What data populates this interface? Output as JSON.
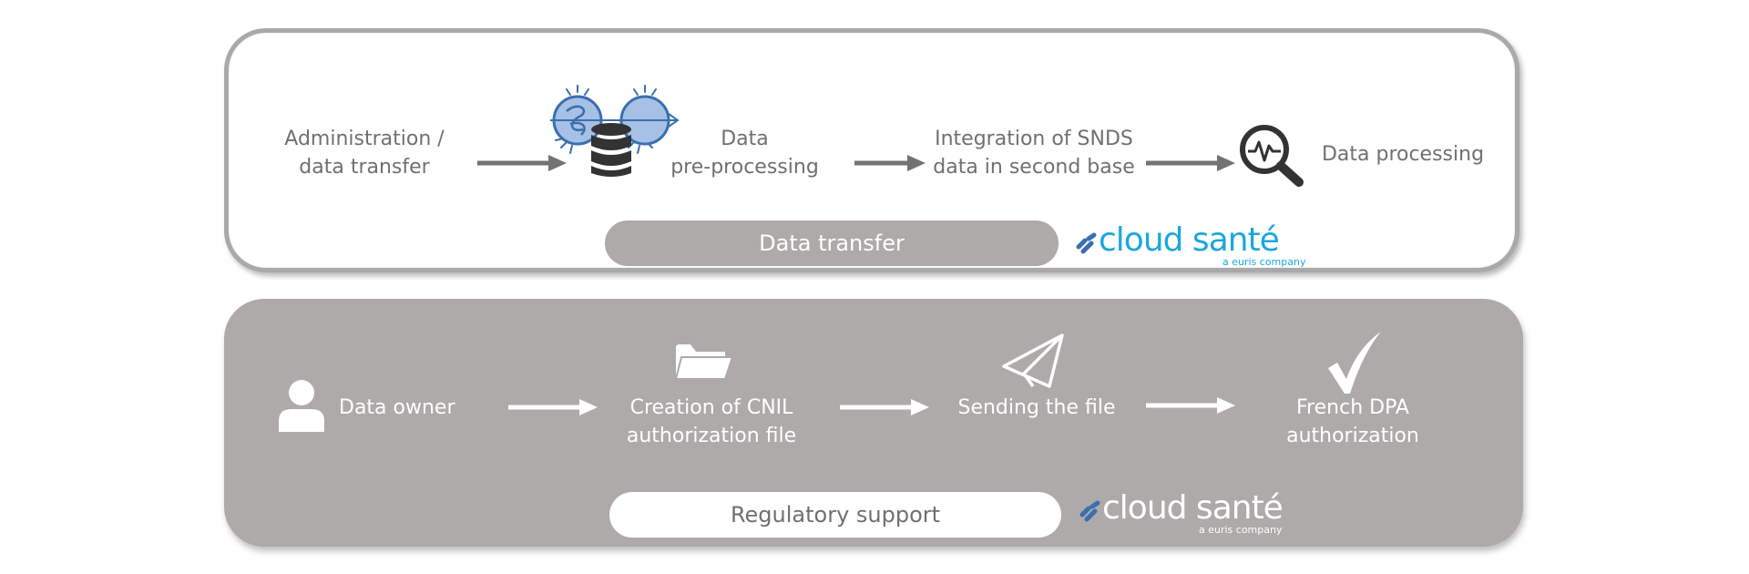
{
  "top_panel": {
    "steps": [
      {
        "label_line1": "Administration /",
        "label_line2": "data transfer"
      },
      {
        "label_line1": "Data",
        "label_line2": "pre-processing"
      },
      {
        "label_line1": "Integration of SNDS",
        "label_line2": "data in second base"
      },
      {
        "label_line1": "Data processing"
      }
    ],
    "pill_label": "Data transfer",
    "logo": {
      "name": "cloud santé",
      "tagline": "a euris company"
    }
  },
  "bottom_panel": {
    "steps": [
      {
        "label_line1": "Data owner"
      },
      {
        "label_line1": "Creation of CNIL",
        "label_line2": "authorization file"
      },
      {
        "label_line1": "Sending the file"
      },
      {
        "label_line1": "French DPA",
        "label_line2": "authorization"
      }
    ],
    "pill_label": "Regulatory support",
    "logo": {
      "name": "cloud santé",
      "tagline": "a euris company"
    }
  },
  "colors": {
    "top_text": "#707070",
    "bottom_panel_bg": "#adaaa9",
    "top_pill_bg": "#adaaa9",
    "logo_blue": "#1ba7de",
    "icon_blue_fill": "#a6c1e3",
    "icon_blue_stroke": "#3a6fb0",
    "icon_dark": "#333333"
  },
  "icons": [
    "data-flow-database-icon",
    "magnifier-pulse-icon",
    "person-icon",
    "folder-icon",
    "paper-plane-icon",
    "checkmark-icon",
    "cloud-sante-logo-icon"
  ]
}
